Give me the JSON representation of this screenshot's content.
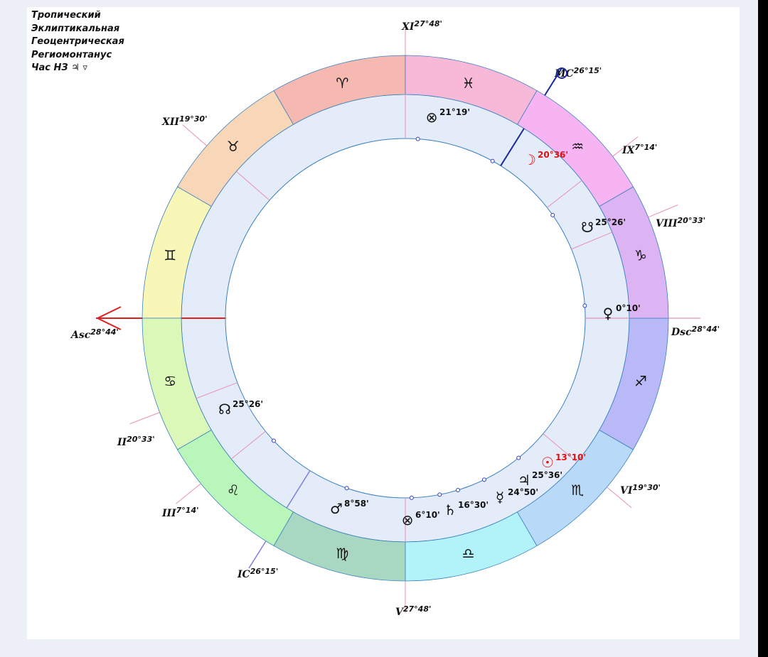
{
  "info": [
    "Тропический",
    "Эклиптикальная",
    "Геоцентрическая",
    "Региомонтанус",
    "Час НЗ ♃ ▿"
  ],
  "signs": [
    {
      "name": "aries",
      "glyph": "♈",
      "color": "#f6b9b2"
    },
    {
      "name": "taurus",
      "glyph": "♉",
      "color": "#f8d6b8"
    },
    {
      "name": "gemini",
      "glyph": "♊",
      "color": "#f9f7b8"
    },
    {
      "name": "cancer",
      "glyph": "♋",
      "color": "#dcf8b9"
    },
    {
      "name": "leo",
      "glyph": "♌",
      "color": "#b9f6b9"
    },
    {
      "name": "virgo",
      "glyph": "♍",
      "color": "#a9d8c2"
    },
    {
      "name": "libra",
      "glyph": "♎",
      "color": "#b1f3f8"
    },
    {
      "name": "scorpio",
      "glyph": "♏",
      "color": "#b9d9f8"
    },
    {
      "name": "sagittarius",
      "glyph": "♐",
      "color": "#b9b9f8"
    },
    {
      "name": "capricorn",
      "glyph": "♑",
      "color": "#dcb3f3"
    },
    {
      "name": "aquarius",
      "glyph": "♒",
      "color": "#f6b4f3"
    },
    {
      "name": "pisces",
      "glyph": "♓",
      "color": "#f8b9d9"
    }
  ],
  "cusps": [
    {
      "id": "xi",
      "label": "XI",
      "deg": "27°48'"
    },
    {
      "id": "mc",
      "label": "MC",
      "deg": "26°15'"
    },
    {
      "id": "ix",
      "label": "IX",
      "deg": "7°14'"
    },
    {
      "id": "viii",
      "label": "VIII",
      "deg": "20°33'"
    },
    {
      "id": "dsc",
      "label": "Dsc",
      "deg": "28°44'"
    },
    {
      "id": "vi",
      "label": "VI",
      "deg": "19°30'"
    },
    {
      "id": "v",
      "label": "V",
      "deg": "27°48'"
    },
    {
      "id": "ic",
      "label": "IC",
      "deg": "26°15'"
    },
    {
      "id": "iii",
      "label": "III",
      "deg": "7°14'"
    },
    {
      "id": "ii",
      "label": "II",
      "deg": "20°33'"
    },
    {
      "id": "asc",
      "label": "Asc",
      "deg": "28°44'"
    },
    {
      "id": "xii",
      "label": "XII",
      "deg": "19°30'"
    }
  ],
  "planets": [
    {
      "name": "part-of-fortune",
      "glyph": "⊗",
      "deg": "21°19'",
      "color": "#111111"
    },
    {
      "name": "moon",
      "glyph": "☽",
      "deg": "20°36'",
      "color": "#e01010"
    },
    {
      "name": "south-node",
      "glyph": "☋",
      "deg": "25°26'",
      "color": "#111111"
    },
    {
      "name": "venus",
      "glyph": "♀",
      "deg": "0°10'",
      "color": "#111111"
    },
    {
      "name": "sun",
      "glyph": "☉",
      "deg": "13°10'",
      "color": "#e01010"
    },
    {
      "name": "jupiter",
      "glyph": "♃",
      "deg": "25°36'",
      "color": "#111111"
    },
    {
      "name": "mercury",
      "glyph": "☿",
      "deg": "24°50'",
      "color": "#111111"
    },
    {
      "name": "saturn",
      "glyph": "♄",
      "deg": "16°30'",
      "color": "#111111"
    },
    {
      "name": "part-of-spirit",
      "glyph": "⊗",
      "deg": "6°10'",
      "color": "#111111"
    },
    {
      "name": "mars",
      "glyph": "♂",
      "deg": "8°58'",
      "color": "#111111"
    },
    {
      "name": "north-node",
      "glyph": "☊",
      "deg": "25°26'",
      "color": "#111111"
    }
  ],
  "colors": {
    "cusp": "#e890b8",
    "axis_asc": "#e02020",
    "axis_mc": "#1a2a9a",
    "band": "#e3ecf8",
    "ring_stroke": "#3a80c0"
  }
}
